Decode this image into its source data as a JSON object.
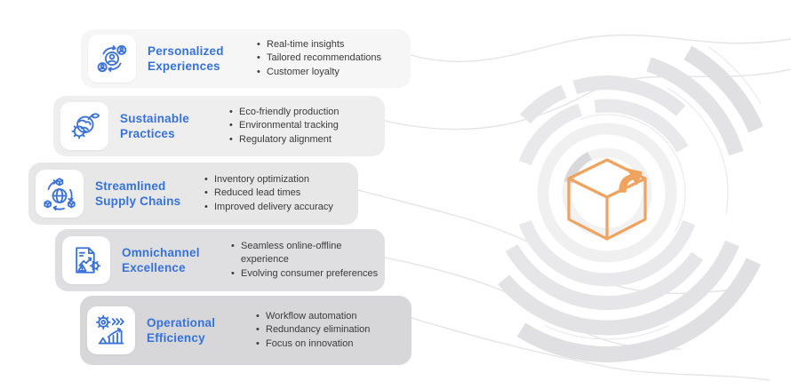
{
  "ui": {
    "bullet_marker": "•"
  },
  "colors": {
    "accent_blue": "#3573DA",
    "icon_blue": "#3B72D8",
    "box_orange": "#F0A35E",
    "connector_gray": "#E4E4E4",
    "card_backgrounds": [
      "#F6F6F7",
      "#EEEEEF",
      "#E7E7E8",
      "#DFDFE1",
      "#D7D7D9"
    ]
  },
  "cards": [
    {
      "id": "personalized-experiences",
      "title": "Personalized Experiences",
      "icon": "users-sync-icon",
      "bullets": [
        "Real-time insights",
        "Tailored recommendations",
        "Customer loyalty"
      ]
    },
    {
      "id": "sustainable-practices",
      "title": "Sustainable Practices",
      "icon": "eco-globe-gear-icon",
      "bullets": [
        "Eco-friendly production",
        "Environmental tracking",
        "Regulatory alignment"
      ]
    },
    {
      "id": "streamlined-supply-chains",
      "title": "Streamlined Supply Chains",
      "icon": "globe-boxes-icon",
      "bullets": [
        "Inventory optimization",
        "Reduced lead times",
        "Improved delivery accuracy"
      ]
    },
    {
      "id": "omnichannel-excellence",
      "title": "Omnichannel Excellence",
      "icon": "doc-alert-gear-icon",
      "bullets": [
        "Seamless online-offline experience",
        "Evolving consumer preferences"
      ]
    },
    {
      "id": "operational-efficiency",
      "title": "Operational Efficiency",
      "icon": "gear-chart-icon",
      "bullets": [
        "Workflow automation",
        "Redundancy elimination",
        "Focus on innovation"
      ]
    }
  ],
  "center": {
    "icon": "package-box-icon",
    "decoration": "concentric-arc-swirl"
  }
}
